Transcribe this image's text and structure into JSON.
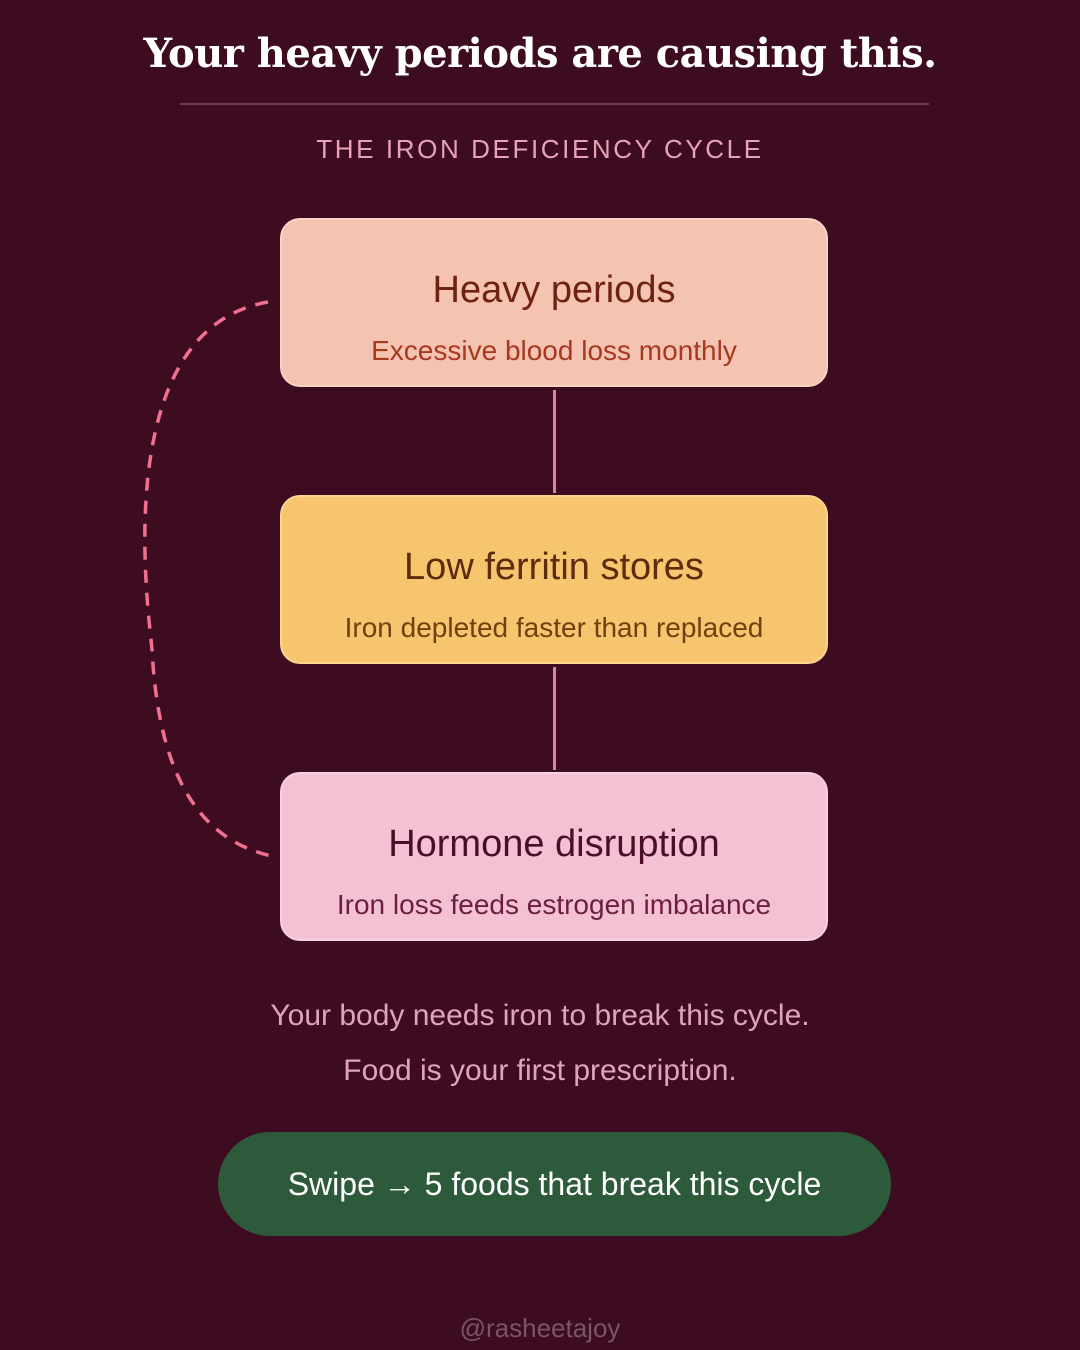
{
  "header": {
    "title": "Your heavy periods are causing this.",
    "subtitle": "THE IRON DEFICIENCY CYCLE"
  },
  "cycle": {
    "steps": [
      {
        "title": "Heavy periods",
        "subtitle": "Excessive blood loss monthly"
      },
      {
        "title": "Low ferritin stores",
        "subtitle": "Iron depleted faster than replaced"
      },
      {
        "title": "Hormone disruption",
        "subtitle": "Iron loss feeds estrogen imbalance"
      }
    ]
  },
  "message": {
    "line1": "Your body needs iron to break this cycle.",
    "line2": "Food is your first prescription."
  },
  "cta": {
    "label": "Swipe → 5 foods that break this cycle"
  },
  "footer": {
    "handle": "@rasheetajoy"
  },
  "colors": {
    "background": "#3e0c20",
    "step1": "#f4c3b1",
    "step2": "#f8c56f",
    "step3": "#f3c0d4",
    "cta": "#2e5a3c",
    "loop_arrow": "#f0708f"
  }
}
